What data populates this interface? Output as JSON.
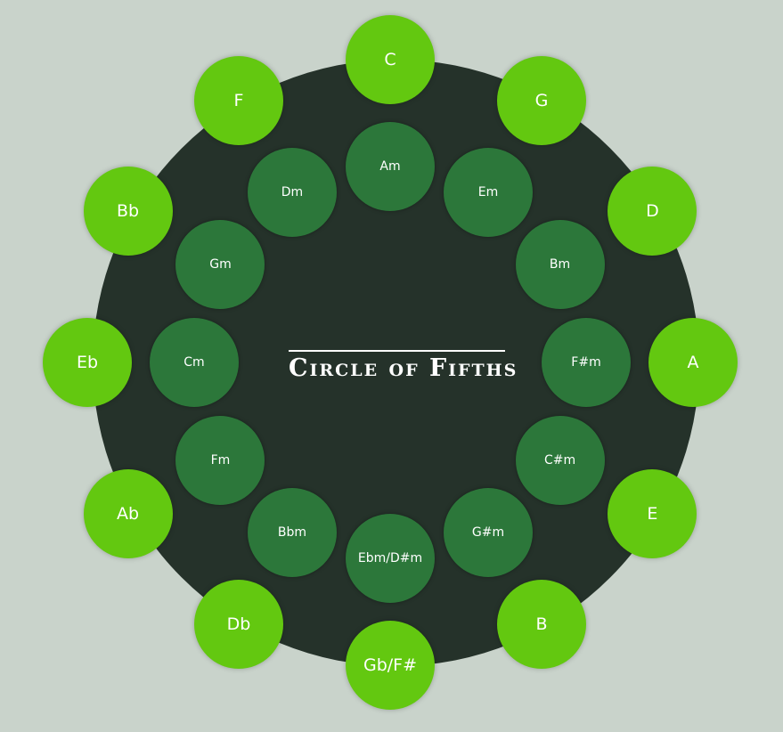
{
  "title": "Circle of Fifths",
  "colors": {
    "background": "#c9d3cb",
    "disc": "#25322a",
    "major_key": "#63c810",
    "minor_key": "#2c773a",
    "text": "#ffffff"
  },
  "major_keys": [
    "C",
    "G",
    "D",
    "A",
    "E",
    "B",
    "Gb/F#",
    "Db",
    "Ab",
    "Eb",
    "Bb",
    "F"
  ],
  "minor_keys": [
    "Am",
    "Em",
    "Bm",
    "F#m",
    "C#m",
    "G#m",
    "Ebm/D#m",
    "Bbm",
    "Fm",
    "Cm",
    "Gm",
    "Dm"
  ]
}
